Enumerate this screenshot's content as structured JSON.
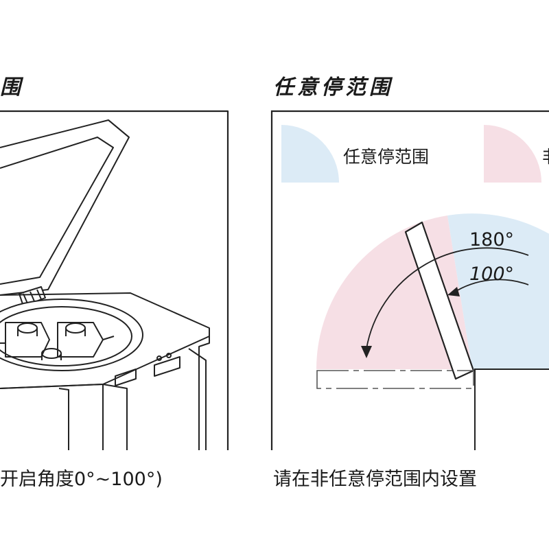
{
  "left_panel": {
    "title": "围",
    "caption": "开启角度0°~100°)"
  },
  "right_panel": {
    "title": "任意停范围",
    "legend": {
      "free_stop_label": "任意停范围",
      "non_free_stop_label": "非"
    },
    "angles": {
      "max": "180°",
      "free_stop_max": "100°"
    },
    "caption": "请在非任意停范围内设置"
  },
  "colors": {
    "free_stop_blue": "#dcebf6",
    "non_free_stop_pink": "#f6dfe5",
    "line": "#222222"
  }
}
